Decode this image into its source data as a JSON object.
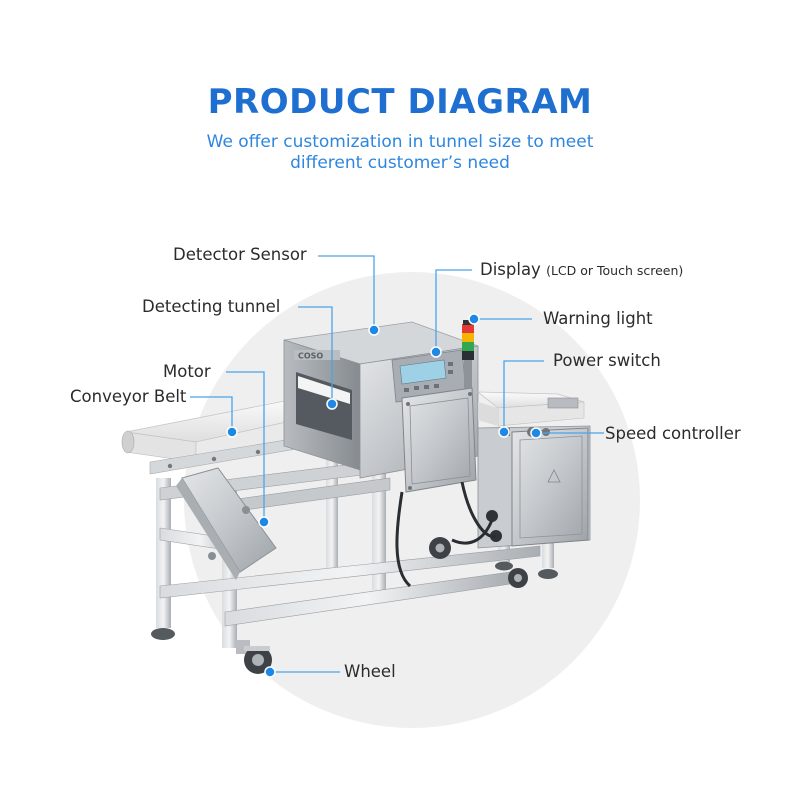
{
  "header": {
    "title": "PRODUCT DIAGRAM",
    "subtitle_line1": "We offer customization in tunnel size to meet",
    "subtitle_line2": "different customer’s need"
  },
  "colors": {
    "accent": "#1f6fd1",
    "subtitle": "#2e86de",
    "leader_line": "#4aa3ea",
    "dot": "#1e88e5",
    "backdrop_circle": "#efefef"
  },
  "machine": {
    "brand_mark": "COSO"
  },
  "callouts": {
    "detector_sensor": "Detector Sensor",
    "display": "Display",
    "display_note": "(LCD or Touch screen)",
    "detecting_tunnel": "Detecting tunnel",
    "warning_light": "Warning light",
    "motor": "Motor",
    "power_switch": "Power switch",
    "conveyor_belt": "Conveyor Belt",
    "speed_controller": "Speed controller",
    "wheel": "Wheel"
  }
}
